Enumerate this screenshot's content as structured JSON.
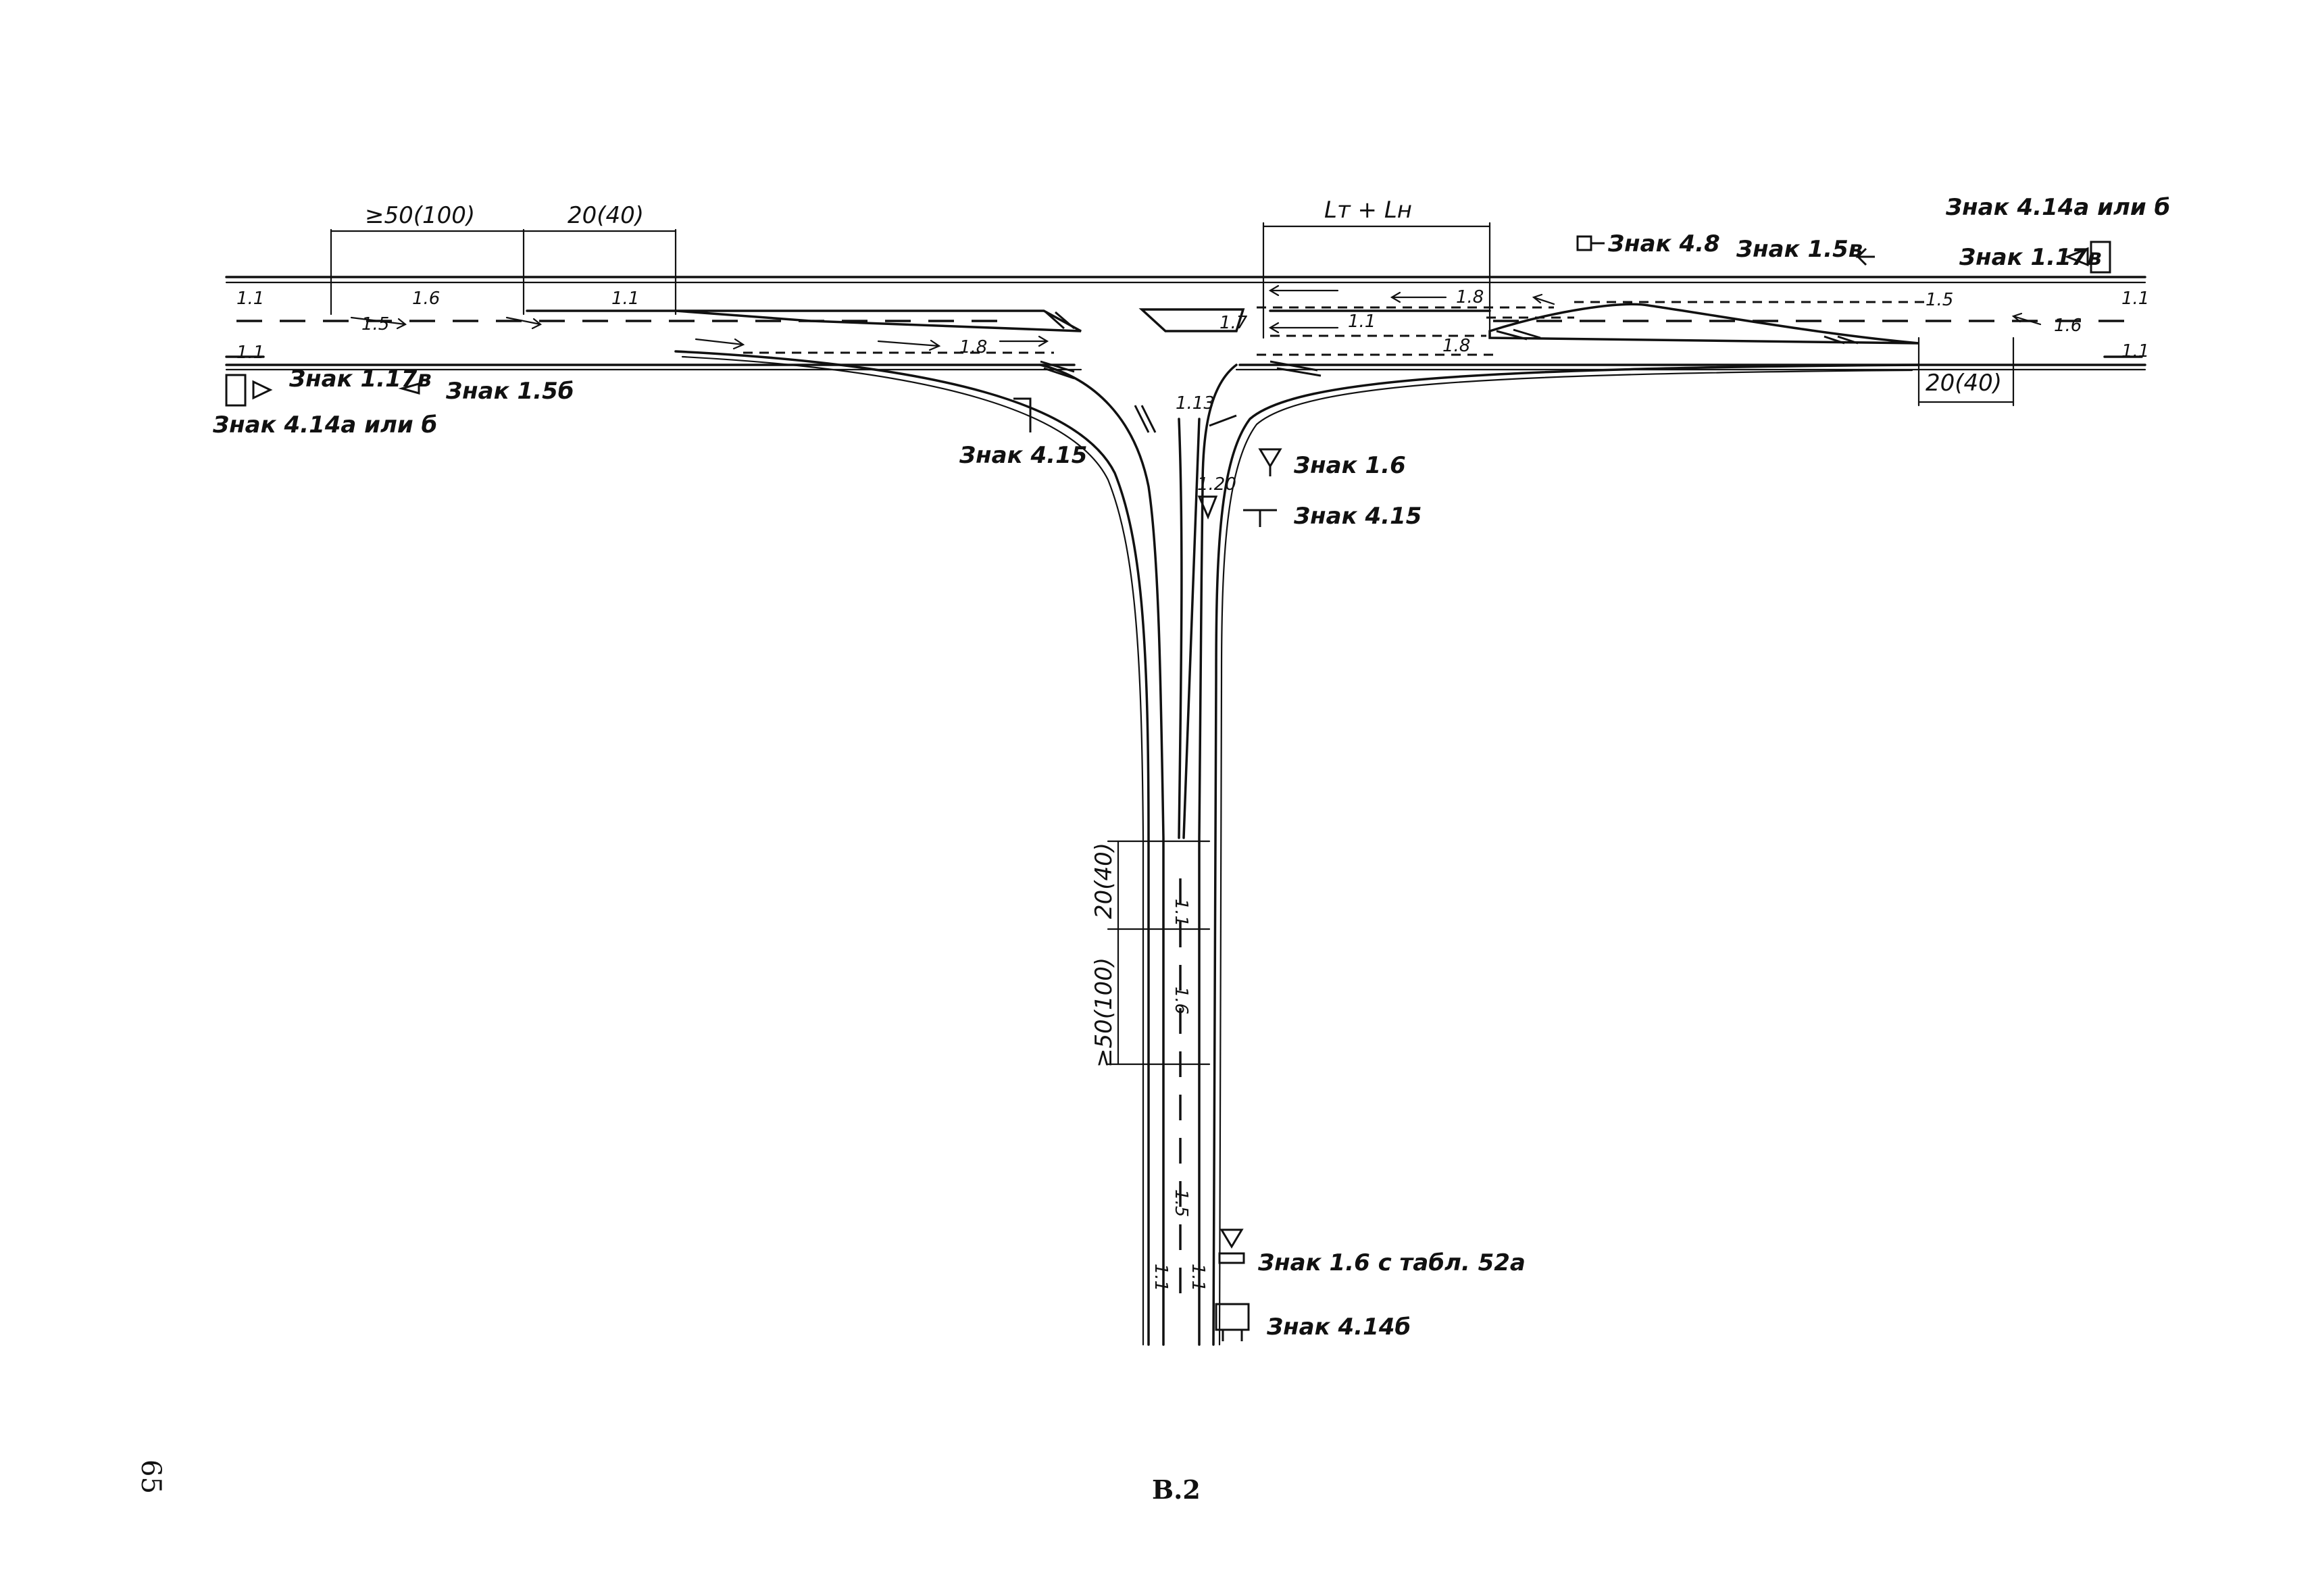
{
  "page_number": "65",
  "figure_label": "В.2",
  "dimensions": {
    "top_left_a": "≥50(100)",
    "top_left_b": "20(40)",
    "top_right_a": "Lт + Lн",
    "right_b": "20(40)",
    "stem_a": "20(40)",
    "stem_b": "≥50(100)"
  },
  "markings": {
    "m1_1_a": "1.1",
    "m1_6_a": "1.6",
    "m1_1_b": "1.1",
    "m1_5_a": "1.5",
    "m1_1_c": "1.1",
    "m1_8_a": "1.8",
    "m1_7": "1.7",
    "m1_1_d": "1.1",
    "m1_8_b": "1.8",
    "m1_8_c": "1.8",
    "m1_5_b": "1.5",
    "m1_6_b": "1.6",
    "m1_1_e": "1.1",
    "m1_1_f": "1.1",
    "m1_13": "1.13",
    "m1_20": "1.20",
    "m1_1_g": "1.1",
    "m1_6_c": "1.6",
    "m1_5_c": "1.5",
    "m1_1_h": "1.1",
    "m1_1_i": "1.1"
  },
  "signs": {
    "s4_8": "Знак 4.8",
    "s1_5v": "Знак 1.5в",
    "s4_14_right": "Знак 4.14а или б",
    "s1_17v_right": "Знак 1.17в",
    "s1_17v_left": "Знак 1.17в",
    "s1_5b": "Знак 1.5б",
    "s4_14_left": "Знак 4.14а или б",
    "s4_15_left": "Знак 4.15",
    "s1_6": "Знак 1.6",
    "s4_15_right": "Знак 4.15",
    "s1_6_tabl": "Знак 1.6 с табл. 52а",
    "s4_14b": "Знак 4.14б"
  },
  "icons": [
    "sign-post-icon",
    "triangle-sign-icon",
    "arrow-icon"
  ]
}
